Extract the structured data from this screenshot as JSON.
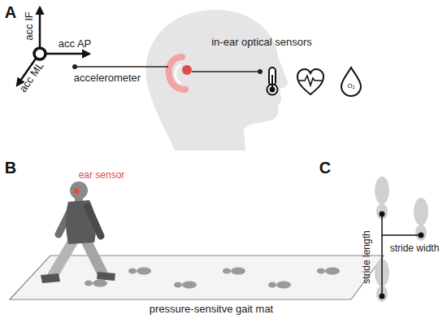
{
  "diagram": {
    "labels": [
      "A",
      "acc IF",
      "acc AP",
      "acc ML",
      "accelerometer",
      "in-ear optical sensors",
      "O₂",
      "B",
      "ear sensor",
      "pressure-sensitve gait mat",
      "C",
      "stride length",
      "stride width"
    ]
  }
}
